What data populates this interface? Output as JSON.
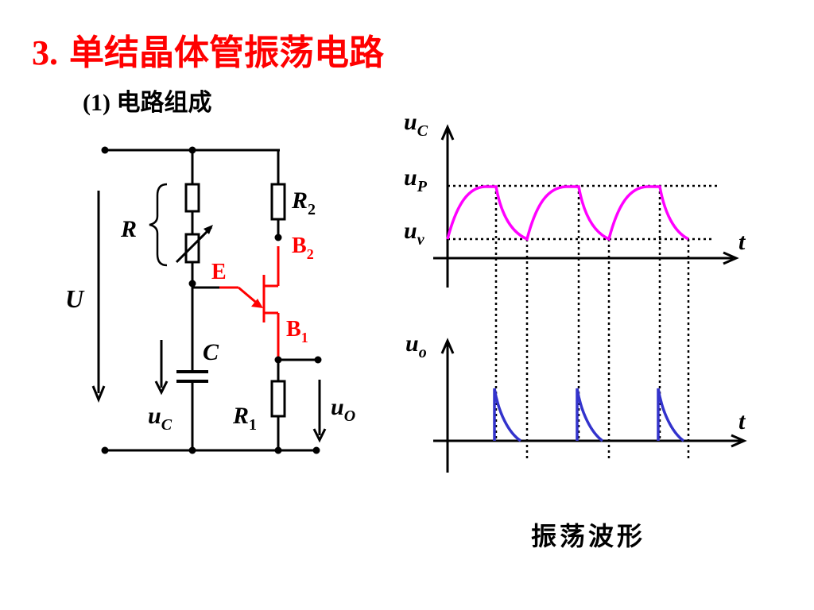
{
  "slide": {
    "title_number": "3.",
    "title_text": "单结晶体管振荡电路",
    "subtitle_number": "(1)",
    "subtitle_text": "电路组成",
    "caption": "振荡波形"
  },
  "circuit": {
    "label_R": "R",
    "label_R2": "R",
    "label_R2_sub": "2",
    "label_B2": "B",
    "label_B2_sub": "2",
    "label_E": "E",
    "label_B1": "B",
    "label_B1_sub": "1",
    "label_U": "U",
    "label_C": "C",
    "label_uC": "u",
    "label_uC_sub": "C",
    "label_R1": "R",
    "label_R1_sub": "1",
    "label_uO": "u",
    "label_uO_sub": "O"
  },
  "waveform_top": {
    "y_label": "u",
    "y_label_sub": "C",
    "level_high": "u",
    "level_high_sub": "P",
    "level_low": "u",
    "level_low_sub": "v",
    "x_label": "t",
    "color": "#ff00ff"
  },
  "waveform_bottom": {
    "y_label": "u",
    "y_label_sub": "o",
    "x_label": "t",
    "color": "#3333cc"
  },
  "colors": {
    "title": "#ff0000",
    "transistor": "#ff0000",
    "wire": "#000000",
    "capacitor_wave": "#ff00ff",
    "output_wave": "#3333cc"
  }
}
